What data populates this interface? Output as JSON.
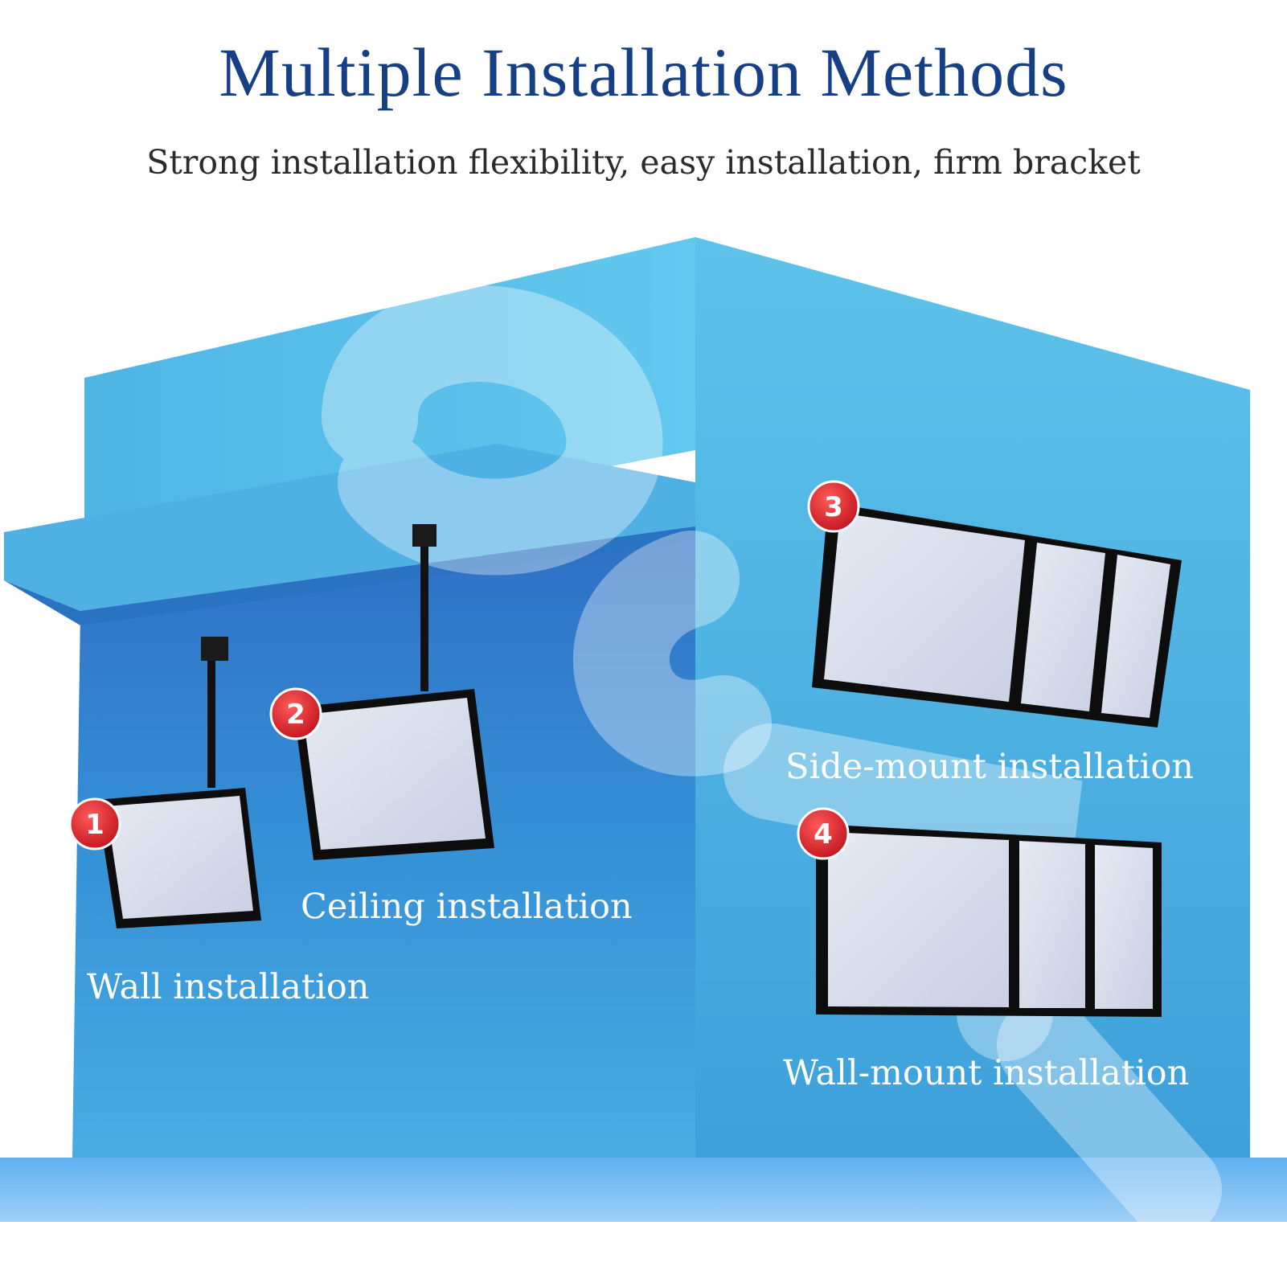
{
  "header": {
    "title": "Multiple Installation Methods",
    "subtitle": "Strong installation flexibility, easy installation, firm bracket"
  },
  "methods": [
    {
      "number": "1",
      "caption": "Wall installation"
    },
    {
      "number": "2",
      "caption": "Ceiling installation"
    },
    {
      "number": "3",
      "caption": "Side-mount installation"
    },
    {
      "number": "4",
      "caption": "Wall-mount installation"
    }
  ],
  "colors": {
    "title": "#163f86",
    "wall_light": "#59bde8",
    "wall_dark": "#2f7ecb",
    "badge": "#d9262c",
    "screen": "#dde2ef"
  }
}
